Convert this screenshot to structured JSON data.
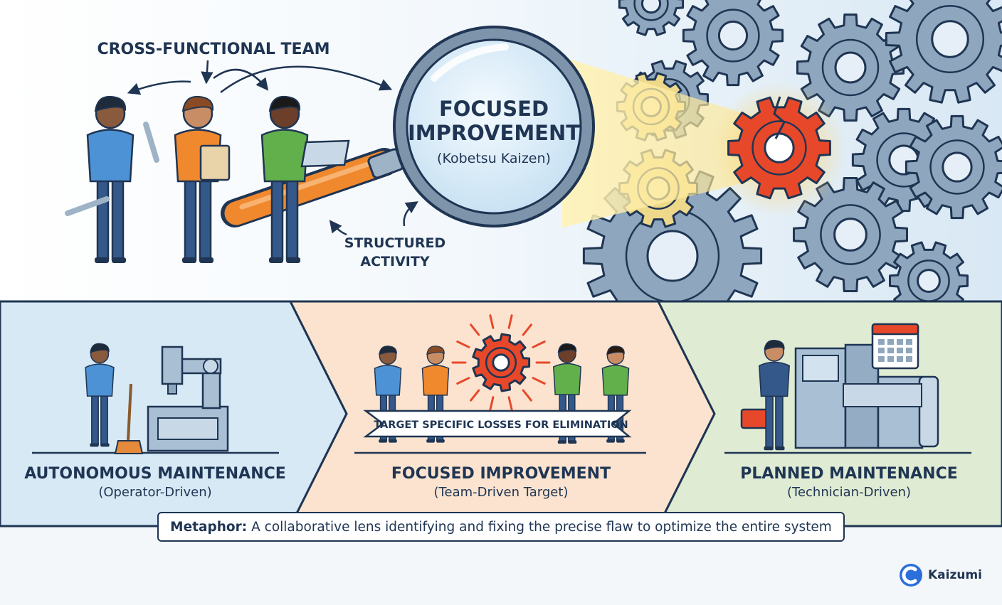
{
  "top": {
    "team_label": "CROSS-FUNCTIONAL TEAM",
    "lens_title_line1": "FOCUSED",
    "lens_title_line2": "IMPROVEMENT",
    "lens_subtitle": "(Kobetsu Kaizen)",
    "structured_line1": "STRUCTURED",
    "structured_line2": "ACTIVITY"
  },
  "panels": [
    {
      "title": "AUTONOMOUS MAINTENANCE",
      "subtitle": "(Operator-Driven)"
    },
    {
      "title": "FOCUSED IMPROVEMENT",
      "subtitle": "(Team-Driven Target)",
      "banner": "TARGET SPECIFIC LOSSES FOR ELIMINATION"
    },
    {
      "title": "PLANNED MAINTENANCE",
      "subtitle": "(Technician-Driven)"
    }
  ],
  "metaphor": {
    "label": "Metaphor:",
    "text": "A collaborative lens identifying and fixing the precise flaw to optimize the entire system"
  },
  "brand": {
    "name": "Kaizumi"
  },
  "colors": {
    "navy": "#1f3553",
    "gear": "#8ea6be",
    "red_gear": "#e8482a",
    "orange": "#f0892d",
    "panel_blue": "#d6e9f5",
    "panel_peach": "#fbe3cf",
    "panel_green": "#dfebd3"
  }
}
